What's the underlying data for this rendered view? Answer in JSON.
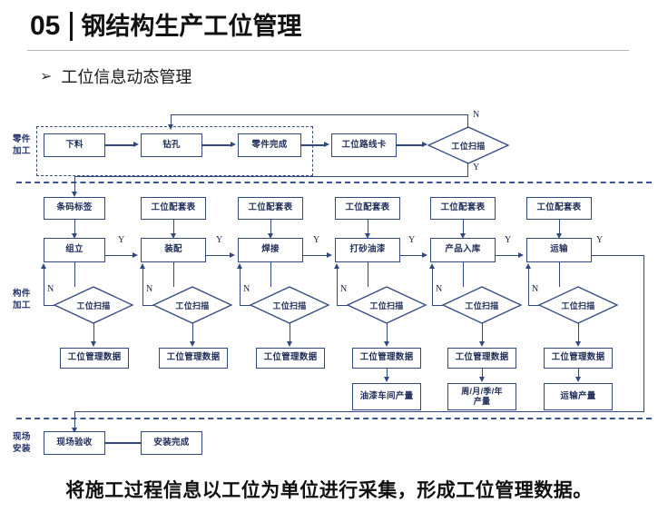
{
  "header": {
    "number": "05",
    "title": "钢结构生产工位管理",
    "bullet_marker": "➢",
    "bullet_text": "工位信息动态管理"
  },
  "caption": "将施工过程信息以工位为单位进行采集，形成工位管理数据。",
  "row_labels": {
    "parts": "零件\n加工",
    "parts_l1": "零件",
    "parts_l2": "加工",
    "member_l1": "构件",
    "member_l2": "加工",
    "site_l1": "现场",
    "site_l2": "安装"
  },
  "edge_labels": {
    "yes": "Y",
    "no": "N"
  },
  "row1": {
    "nodes": [
      {
        "label": "下料"
      },
      {
        "label": "钻孔"
      },
      {
        "label": "零件完成"
      },
      {
        "label": "工位路线卡"
      }
    ],
    "decision": "工位扫描"
  },
  "row2": {
    "inputs": [
      {
        "label": "条码标签"
      },
      {
        "label": "工位配套表"
      },
      {
        "label": "工位配套表"
      },
      {
        "label": "工位配套表"
      },
      {
        "label": "工位配套表"
      },
      {
        "label": "工位配套表"
      }
    ],
    "stations": [
      {
        "label": "组立"
      },
      {
        "label": "装配"
      },
      {
        "label": "焊接"
      },
      {
        "label": "打砂油漆"
      },
      {
        "label": "产品入库"
      },
      {
        "label": "运输"
      }
    ],
    "decisions": [
      {
        "label": "工位扫描"
      },
      {
        "label": "工位扫描"
      },
      {
        "label": "工位扫描"
      },
      {
        "label": "工位扫描"
      },
      {
        "label": "工位扫描"
      },
      {
        "label": "工位扫描"
      }
    ],
    "data_boxes": [
      {
        "label": "工位管理数据"
      },
      {
        "label": "工位管理数据"
      },
      {
        "label": "工位管理数据"
      },
      {
        "label": "工位管理数据"
      },
      {
        "label": "工位管理数据"
      },
      {
        "label": "工位管理数据"
      }
    ],
    "outputs": [
      {
        "label": "油漆车间产量"
      },
      {
        "label_line1": "周/月/季/年",
        "label_line2": "产量"
      },
      {
        "label": "运输产量"
      }
    ]
  },
  "row3": {
    "nodes": [
      {
        "label": "现场验收"
      },
      {
        "label": "安装完成"
      }
    ]
  },
  "colors": {
    "node_border": "#31477f",
    "node_text": "#1f2d58",
    "line": "#31477f",
    "title_text": "#111111",
    "label_text": "#23336b"
  }
}
